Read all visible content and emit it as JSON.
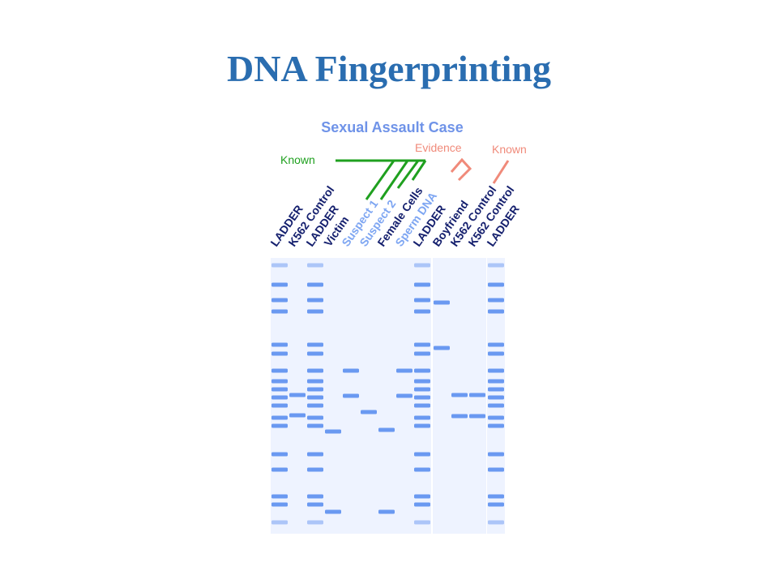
{
  "slide": {
    "title": "DNA Fingerprinting"
  },
  "figure": {
    "case_title": "Sexual Assault Case",
    "groups": {
      "known_left": "Known",
      "evidence": "Evidence",
      "known_right": "Known"
    },
    "colors": {
      "title": "#2a6db0",
      "case_title": "#6f93e8",
      "known_left": "#1fa01f",
      "evidence": "#f08a7a",
      "known_right": "#f08a7a",
      "lane_dark": "#15206e",
      "lane_light": "#7ea6f2",
      "band": "#5b8ff0",
      "lane_bg": "#eef3ff"
    },
    "lanes": [
      {
        "label": "LADDER",
        "tone": "dark"
      },
      {
        "label": "K562 Control",
        "tone": "dark"
      },
      {
        "label": "LADDER",
        "tone": "dark"
      },
      {
        "label": "Victim",
        "tone": "dark"
      },
      {
        "label": "Suspect 1",
        "tone": "light"
      },
      {
        "label": "Suspect 2",
        "tone": "light"
      },
      {
        "label": "Female Cells",
        "tone": "dark"
      },
      {
        "label": "Sperm DNA",
        "tone": "light"
      },
      {
        "label": "LADDER",
        "tone": "dark"
      },
      {
        "label": "Boyfriend",
        "tone": "dark"
      },
      {
        "label": "K562 Control",
        "tone": "dark"
      },
      {
        "label": "K562 Control",
        "tone": "dark"
      },
      {
        "label": "LADDER",
        "tone": "dark"
      }
    ]
  }
}
